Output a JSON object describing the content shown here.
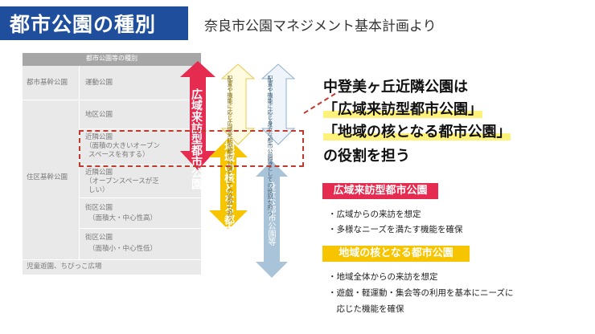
{
  "header": {
    "title": "都市公園の種別",
    "subtitle": "奈良市公園マネジメント基本計画より"
  },
  "table": {
    "heading": "都市公園等の種別",
    "row_basic_category": "都市基幹公園",
    "row_basic_type": "運動公園",
    "row_residential_category": "住区基幹公園",
    "district_park": "地区公園",
    "neighborhood_1_l1": "近隣公園",
    "neighborhood_1_l2": "（面積の大きいオープン",
    "neighborhood_1_l3": "スペースを有する）",
    "neighborhood_2_l1": "近隣公園",
    "neighborhood_2_l2": "（オープンスペースが乏",
    "neighborhood_2_l3": "しい）",
    "block_1_l1": "街区公園",
    "block_1_l2": "（面積大・中心性高）",
    "block_2_l1": "街区公園",
    "block_2_l2": "（面積小・中心性低）",
    "children_park": "児童遊園、ちびっこ広場"
  },
  "arrows": {
    "wide_area": "広域来訪型都市公園",
    "regional_core": "地域の核となる都市公園",
    "local": "身近な都市公園等",
    "note_left": "配置や機能に応じ広域来訪型都市公園としての役割も担う",
    "note_right": "配置や機能に応じ身近な都市公園等としての役割も担う"
  },
  "main": {
    "line1": "中登美ヶ丘近隣公園は",
    "line2": "「広域来訪型都市公園」",
    "line3": "「地域の核となる都市公園」",
    "line4": "の役割を担う"
  },
  "sections": {
    "wide_label": "広域来訪型都市公園",
    "wide_bullets": [
      "・広域からの来訪を想定",
      "・多様なニーズを満たす機能を確保"
    ],
    "core_label": "地域の核となる都市公園",
    "core_bullets": [
      "・地域全体からの来訪を想定",
      "・遊戯・軽運動・集会等の利用を基本にニーズに",
      "　応じた機能を確保"
    ]
  },
  "colors": {
    "title_bg": "#1f4e9c",
    "wide_red": "#e52b50",
    "core_yellow": "#f7c400",
    "local_blue": "#a9c4d8",
    "highlight": "#fff27a",
    "dashed_red": "#c0392b"
  }
}
